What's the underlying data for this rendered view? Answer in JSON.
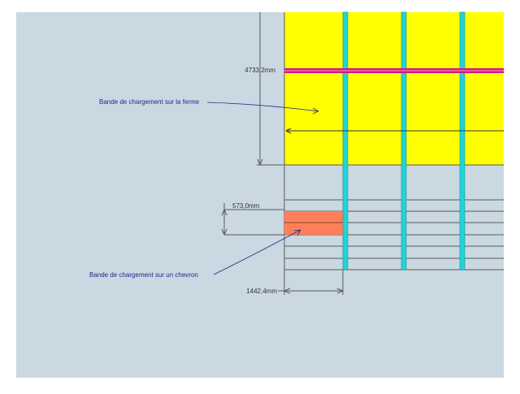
{
  "dimensions": {
    "truss_band_height": "4733,2mm",
    "rafter_band_height": "573,0mm",
    "rafter_spacing": "1442,4mm"
  },
  "annotations": {
    "truss_band_label": "Bande de chargement sur la ferme",
    "rafter_band_label": "Bande de chargement sur un chevron"
  },
  "colors": {
    "canvas": "#c9d8e1",
    "truss_band": "#ffff00",
    "rafter_band": "#ff7f5a",
    "rafter": "#22d4d8",
    "ridge_beam": "#d01880",
    "label_text": "#1a2a8a",
    "lines": "#5a5a5a"
  }
}
